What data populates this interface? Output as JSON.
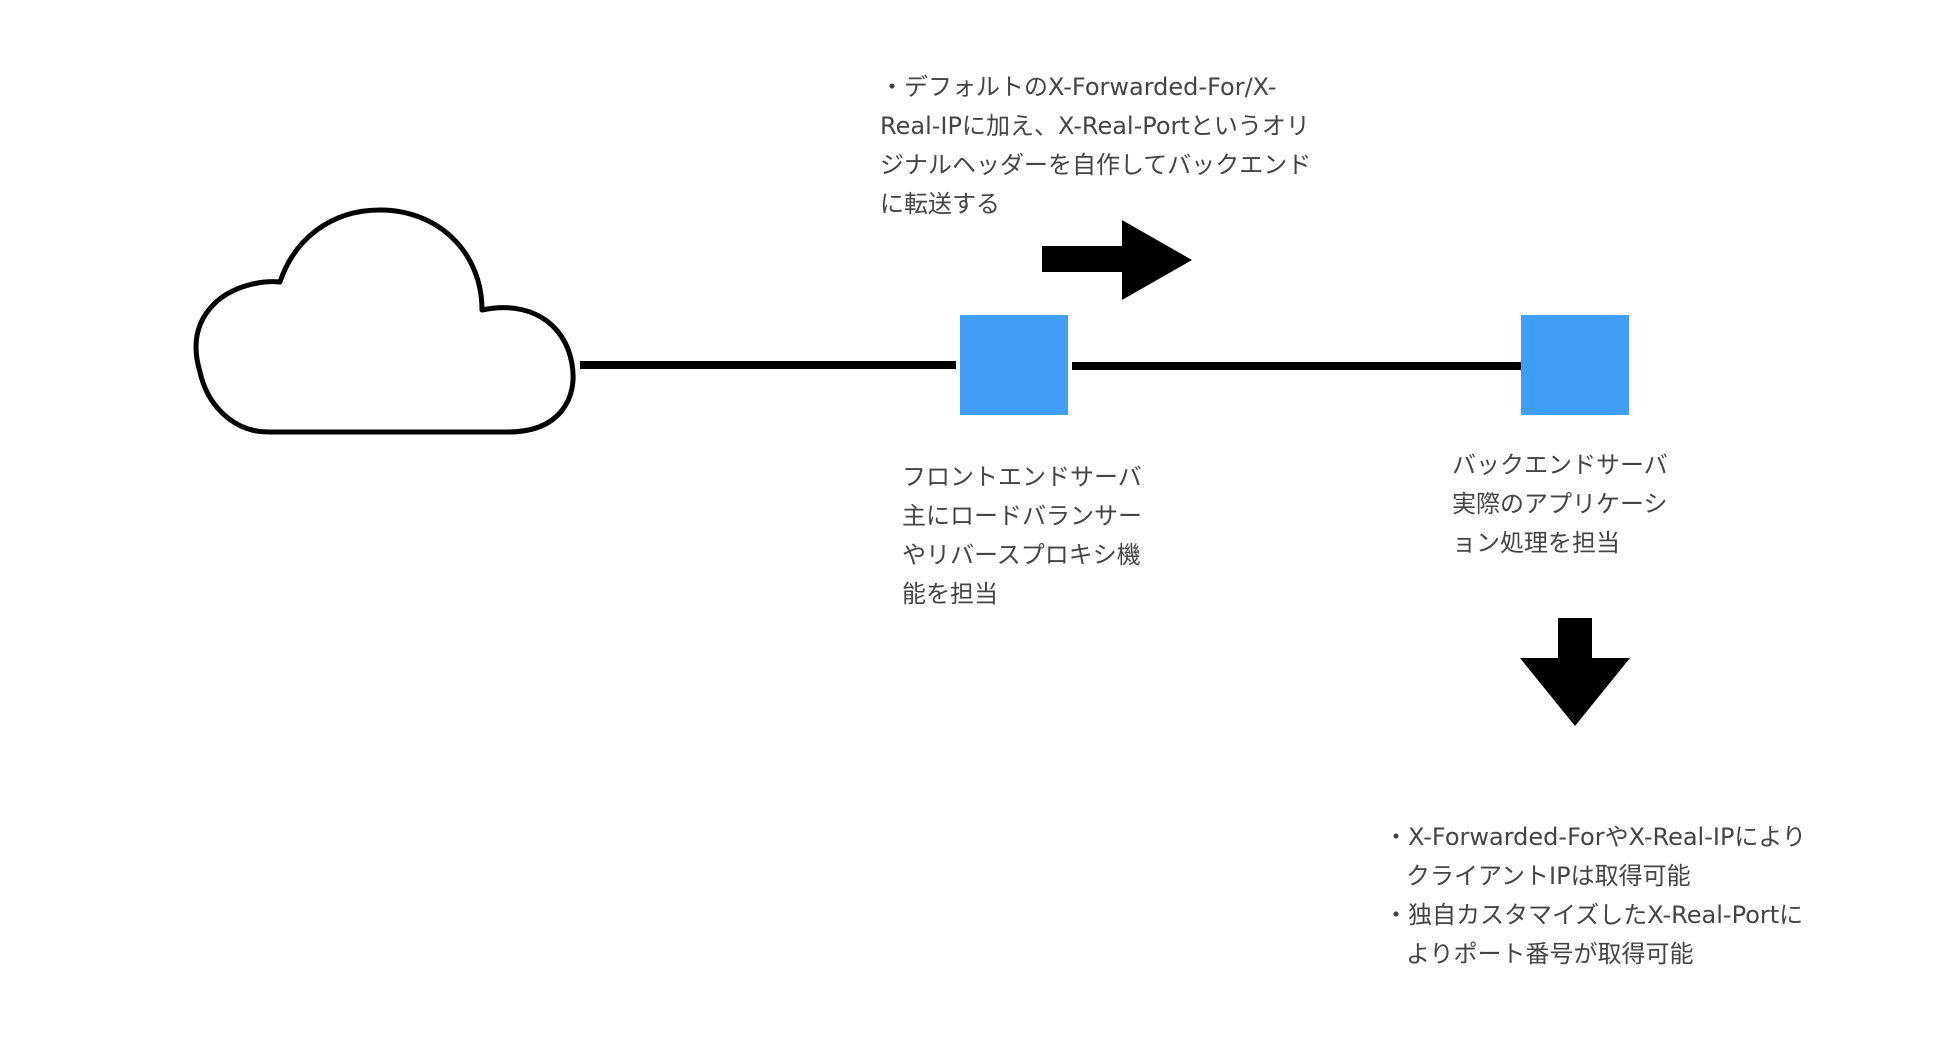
{
  "diagram": {
    "colors": {
      "server_fill": "#409ef7",
      "line": "#000000",
      "arrow": "#000000",
      "cloud_stroke": "#000000",
      "text": "#444444"
    },
    "nodes": {
      "client": {
        "icon": "cloud-icon"
      },
      "frontend": {
        "icon": "server-square-icon",
        "label_lines": [
          "フロントエンドサーバ",
          "主にロードバランサー",
          "やリバースプロキシ機",
          "能を担当"
        ]
      },
      "backend": {
        "icon": "server-square-icon",
        "label_lines": [
          "バックエンドサーバ",
          "実際のアプリケーシ",
          "ョン処理を担当"
        ]
      }
    },
    "top_note": {
      "lines": [
        "・デフォルトのX-Forwarded-For/X-",
        "Real-IPに加え、X-Real-Portというオリ",
        "ジナルヘッダーを自作してバックエンド",
        "に転送する"
      ]
    },
    "result_notes": {
      "lines": [
        "・X-Forwarded-ForやX-Real-IPにより",
        "クライアントIPは取得可能",
        "・独自カスタマイズしたX-Real-Portに",
        "よりポート番号が取得可能"
      ]
    },
    "arrows": {
      "forward": {
        "direction": "right"
      },
      "down": {
        "direction": "down"
      }
    }
  }
}
